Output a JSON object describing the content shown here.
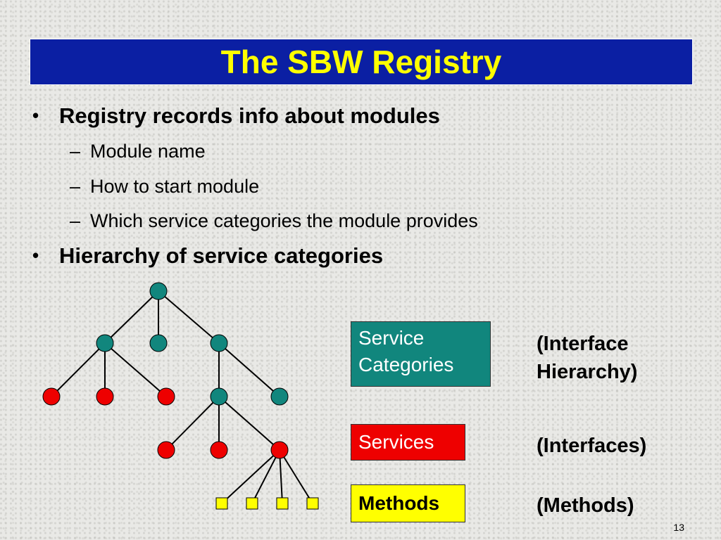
{
  "slide": {
    "title": "The SBW Registry",
    "page_number": "13"
  },
  "bullets": [
    {
      "text": "Registry records info about modules",
      "sub": [
        "Module name",
        "How to start module",
        "Which service categories the module provides"
      ]
    },
    {
      "text": "Hierarchy of service categories",
      "sub": []
    }
  ],
  "bullet_glyph": "•",
  "sub_glyph": "–",
  "legend": {
    "categories_line1": "Service",
    "categories_line2": "Categories",
    "services": "Services",
    "methods": "Methods"
  },
  "notes": {
    "interface_line1": "(Interface",
    "interface_line2": "Hierarchy)",
    "interfaces": "(Interfaces)",
    "methods": "(Methods)"
  },
  "colors": {
    "title_bg": "#0b1fa3",
    "title_text": "#ffff00",
    "category_node": "#11867d",
    "service_node": "#ee0000",
    "method_node": "#ffff00"
  },
  "tree": {
    "nodes": [
      {
        "id": "root",
        "kind": "category"
      },
      {
        "id": "c1",
        "kind": "category"
      },
      {
        "id": "c2",
        "kind": "category"
      },
      {
        "id": "c3",
        "kind": "category"
      },
      {
        "id": "s1",
        "kind": "service"
      },
      {
        "id": "s2",
        "kind": "service"
      },
      {
        "id": "s3",
        "kind": "service"
      },
      {
        "id": "c4",
        "kind": "category"
      },
      {
        "id": "c5",
        "kind": "category"
      },
      {
        "id": "s4",
        "kind": "service"
      },
      {
        "id": "s5",
        "kind": "service"
      },
      {
        "id": "s6",
        "kind": "service"
      },
      {
        "id": "m1",
        "kind": "method"
      },
      {
        "id": "m2",
        "kind": "method"
      },
      {
        "id": "m3",
        "kind": "method"
      },
      {
        "id": "m4",
        "kind": "method"
      }
    ],
    "edges": [
      [
        "root",
        "c1"
      ],
      [
        "root",
        "c2"
      ],
      [
        "root",
        "c3"
      ],
      [
        "c1",
        "s1"
      ],
      [
        "c1",
        "s2"
      ],
      [
        "c1",
        "s3"
      ],
      [
        "c3",
        "c4"
      ],
      [
        "c3",
        "c5"
      ],
      [
        "c4",
        "s4"
      ],
      [
        "c4",
        "s5"
      ],
      [
        "c4",
        "s6"
      ],
      [
        "s6",
        "m1"
      ],
      [
        "s6",
        "m2"
      ],
      [
        "s6",
        "m3"
      ],
      [
        "s6",
        "m4"
      ]
    ]
  }
}
